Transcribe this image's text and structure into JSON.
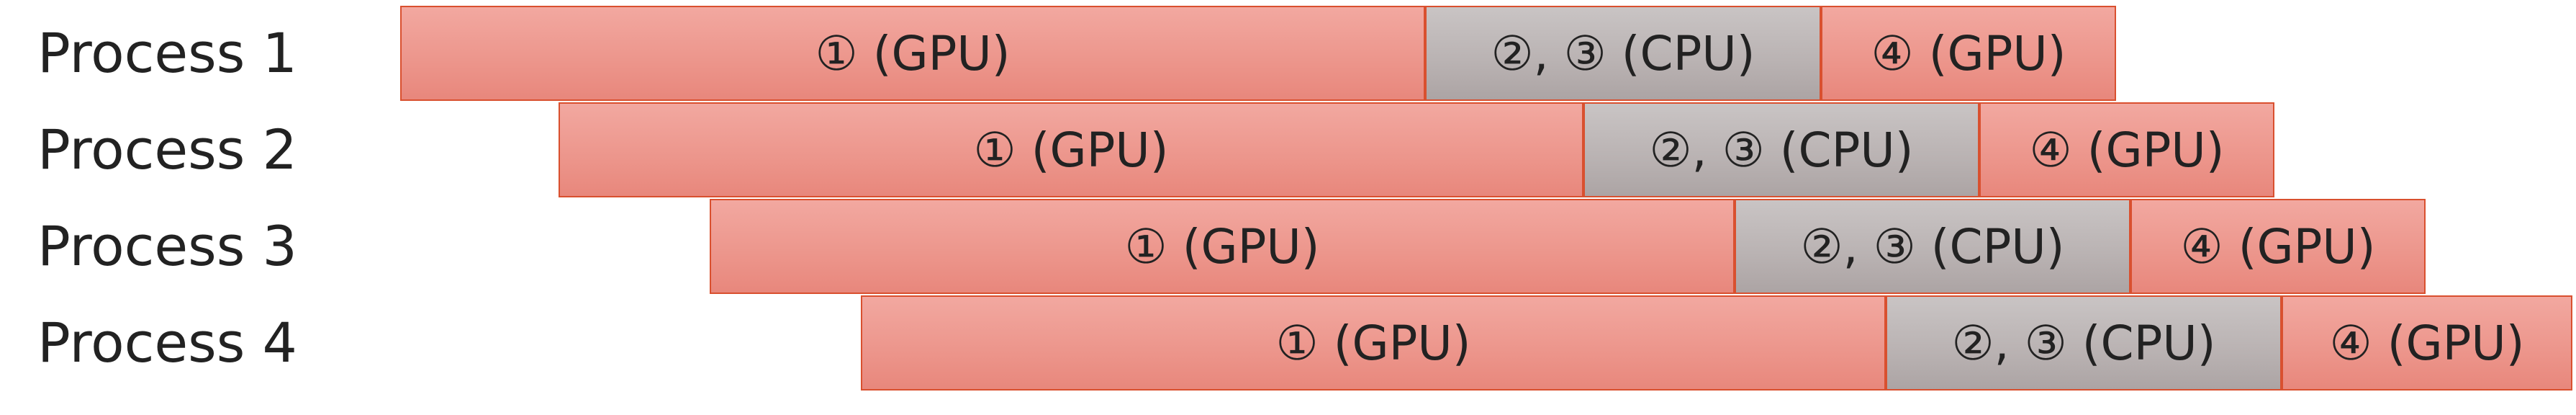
{
  "colors": {
    "gpu_fill": "#ec958b",
    "cpu_fill": "#b9b2b2",
    "border": "#d9502f"
  },
  "rows": [
    {
      "label": "Process 1",
      "segments": [
        {
          "text": "① (GPU)",
          "kind": "gpu"
        },
        {
          "text": "②, ③ (CPU)",
          "kind": "cpu"
        },
        {
          "text": "④ (GPU)",
          "kind": "gpu"
        }
      ]
    },
    {
      "label": "Process 2",
      "segments": [
        {
          "text": "① (GPU)",
          "kind": "gpu"
        },
        {
          "text": "②, ③ (CPU)",
          "kind": "cpu"
        },
        {
          "text": "④ (GPU)",
          "kind": "gpu"
        }
      ]
    },
    {
      "label": "Process 3",
      "segments": [
        {
          "text": "① (GPU)",
          "kind": "gpu"
        },
        {
          "text": "②, ③ (CPU)",
          "kind": "cpu"
        },
        {
          "text": "④ (GPU)",
          "kind": "gpu"
        }
      ]
    },
    {
      "label": "Process 4",
      "segments": [
        {
          "text": "① (GPU)",
          "kind": "gpu"
        },
        {
          "text": "②, ③ (CPU)",
          "kind": "cpu"
        },
        {
          "text": "④ (GPU)",
          "kind": "gpu"
        }
      ]
    }
  ]
}
